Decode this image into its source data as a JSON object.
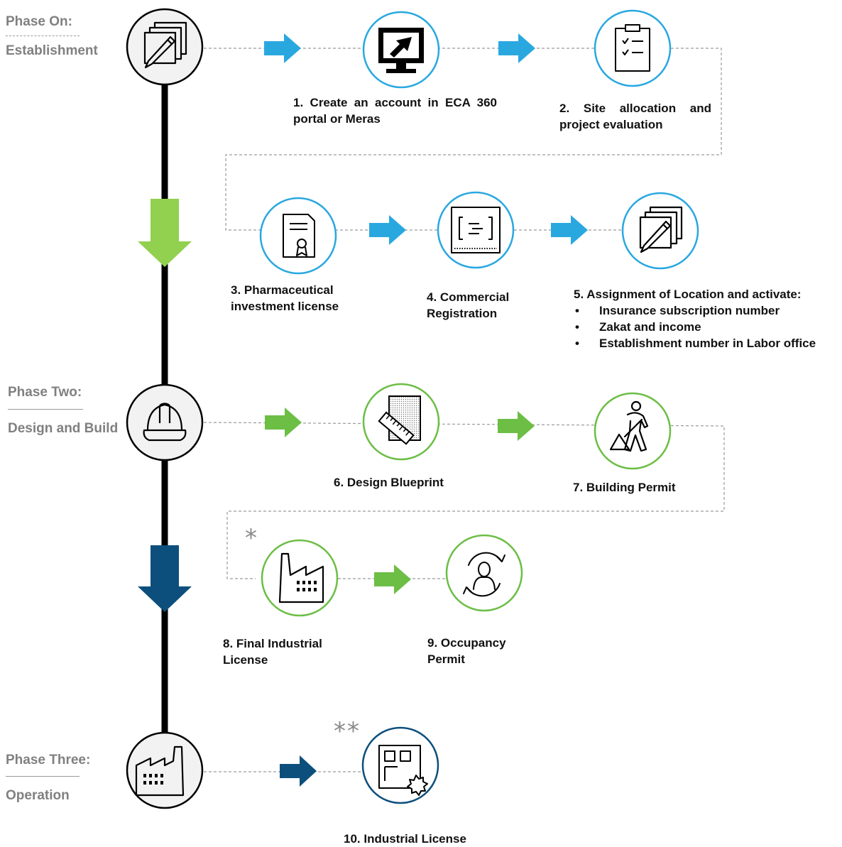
{
  "phases": {
    "one": {
      "title": "Phase On:",
      "subtitle": "Establishment",
      "icon": "documents-pen-icon"
    },
    "two": {
      "title": "Phase Two:",
      "subtitle": "Design and Build",
      "icon": "hard-hat-icon"
    },
    "three": {
      "title": "Phase Three:",
      "subtitle": "Operation",
      "icon": "factory-icon"
    }
  },
  "steps": [
    {
      "label": "1. Create an account in ECA 360 portal or Meras",
      "icon": "monitor-cursor-icon"
    },
    {
      "label": "2. Site allocation and project evaluation",
      "icon": "clipboard-checklist-icon"
    },
    {
      "label": "3. Pharmaceutical investment license",
      "icon": "certificate-icon"
    },
    {
      "label": "4. Commercial Registration",
      "icon": "registration-card-icon"
    },
    {
      "label": "5. Assignment of Location and activate:",
      "icon": "documents-pen-icon",
      "bullets": [
        "Insurance subscription number",
        "Zakat and income",
        "Establishment number in  Labor office"
      ]
    },
    {
      "label": "6. Design Blueprint",
      "icon": "blueprint-ruler-icon"
    },
    {
      "label": "7. Building Permit",
      "icon": "worker-shovel-icon"
    },
    {
      "label": "8. Final Industrial License",
      "icon": "factory-icon",
      "mark": "*"
    },
    {
      "label": "9. Occupancy Permit",
      "icon": "person-cycle-icon"
    },
    {
      "label": "10. Industrial License",
      "icon": "license-badge-icon",
      "mark": "**"
    }
  ],
  "colors": {
    "phase_one": "#29a8e0",
    "phase_two": "#6cbe45",
    "phase_three": "#0d4f7c",
    "green_arrow": "#92d050",
    "timeline": "#000000",
    "connector": "#9a9a9a",
    "phase_text": "#808080",
    "label_text": "#111111"
  }
}
